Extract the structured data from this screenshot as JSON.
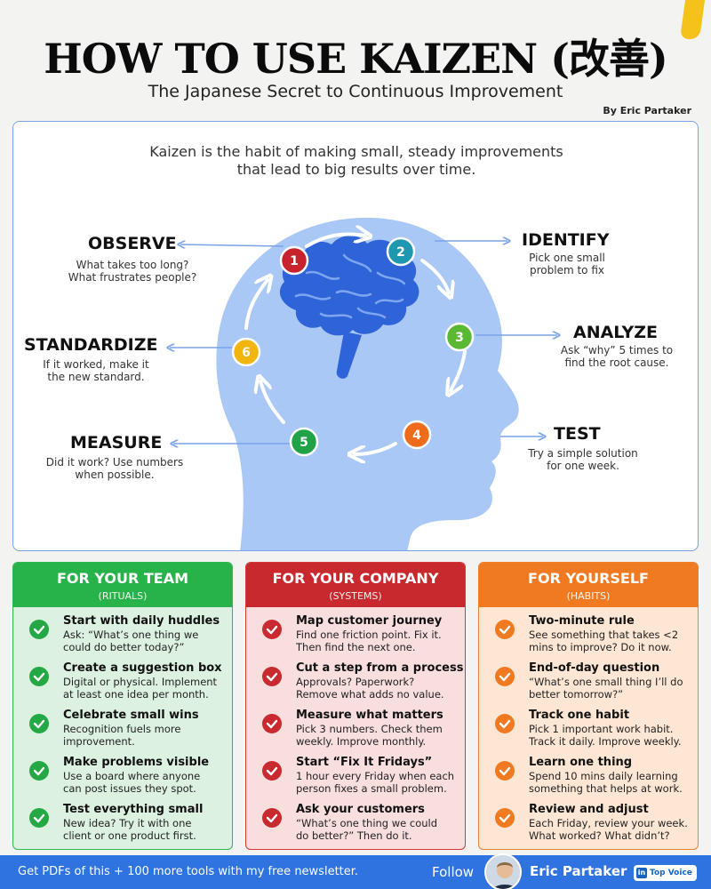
{
  "header": {
    "title": "HOW TO USE KAIZEN (改善)",
    "subtitle": "The Japanese Secret to Continuous Improvement",
    "byline": "By Eric Partaker"
  },
  "hero": {
    "intro_line1": "Kaizen is the habit of making small, steady improvements",
    "intro_line2": "that lead to big results over time.",
    "steps": [
      {
        "number": "1",
        "title": "OBSERVE",
        "desc1": "What takes too long?",
        "desc2": "What frustrates people?",
        "color": "#c8232c"
      },
      {
        "number": "2",
        "title": "IDENTIFY",
        "desc1": "Pick one small",
        "desc2": "problem to fix",
        "color": "#1e97b0"
      },
      {
        "number": "3",
        "title": "ANALYZE",
        "desc1": "Ask “why” 5 times to",
        "desc2": "find the root cause.",
        "color": "#5bb833"
      },
      {
        "number": "4",
        "title": "TEST",
        "desc1": "Try a simple solution",
        "desc2": "for one week.",
        "color": "#ef6b1c"
      },
      {
        "number": "5",
        "title": "MEASURE",
        "desc1": "Did it work? Use numbers",
        "desc2": "when possible.",
        "color": "#20a346"
      },
      {
        "number": "6",
        "title": "STANDARDIZE",
        "desc1": "If it worked, make it",
        "desc2": "the new standard.",
        "color": "#f2b510"
      }
    ],
    "colors": {
      "head": "#a9c8f5",
      "brain": "#2f63d8",
      "frame": "#7aa2e8"
    }
  },
  "columns": [
    {
      "title": "FOR YOUR TEAM",
      "subtitle": "(RITUALS)",
      "items": [
        {
          "title": "Start with daily huddles",
          "desc1": "Ask: “What’s one thing we",
          "desc2": "could do better today?”"
        },
        {
          "title": "Create a suggestion box",
          "desc1": "Digital or physical. Implement",
          "desc2": "at least one idea per month."
        },
        {
          "title": "Celebrate small wins",
          "desc1": "Recognition fuels more",
          "desc2": "improvement."
        },
        {
          "title": "Make problems visible",
          "desc1": "Use a board where anyone",
          "desc2": "can post issues they spot."
        },
        {
          "title": "Test everything small",
          "desc1": "New idea? Try it with one",
          "desc2": "client or one product first."
        }
      ]
    },
    {
      "title": "FOR YOUR COMPANY",
      "subtitle": "(SYSTEMS)",
      "items": [
        {
          "title": "Map customer journey",
          "desc1": "Find one friction point. Fix it.",
          "desc2": "Then find the next one."
        },
        {
          "title": "Cut a step from a process",
          "desc1": "Approvals? Paperwork?",
          "desc2": "Remove what adds no value."
        },
        {
          "title": "Measure what matters",
          "desc1": "Pick 3 numbers. Check them",
          "desc2": "weekly. Improve monthly."
        },
        {
          "title": "Start “Fix It Fridays”",
          "desc1": "1 hour every Friday when each",
          "desc2": "person fixes a small problem."
        },
        {
          "title": "Ask your customers",
          "desc1": "“What’s one thing we could",
          "desc2": "do better?” Then do it."
        }
      ]
    },
    {
      "title": "FOR YOURSELF",
      "subtitle": "(HABITS)",
      "items": [
        {
          "title": "Two-minute rule",
          "desc1": "See something that takes <2",
          "desc2": "mins to improve? Do it now."
        },
        {
          "title": "End-of-day question",
          "desc1": "“What’s one small thing I’ll do",
          "desc2": "better tomorrow?”"
        },
        {
          "title": "Track one habit",
          "desc1": "Pick 1 important work habit.",
          "desc2": "Track it daily. Improve weekly."
        },
        {
          "title": "Learn one thing",
          "desc1": "Spend 10 mins daily learning",
          "desc2": "something that helps at work."
        },
        {
          "title": "Review and adjust",
          "desc1": "Each Friday, review your week.",
          "desc2": "What worked? What didn’t?"
        }
      ]
    }
  ],
  "footer": {
    "cta": "Get PDFs of this + 100 more tools with my free newsletter.",
    "follow": "Follow",
    "name": "Eric Partaker",
    "badge_logo": "in",
    "badge": "Top Voice",
    "color": "#2f73e0"
  }
}
